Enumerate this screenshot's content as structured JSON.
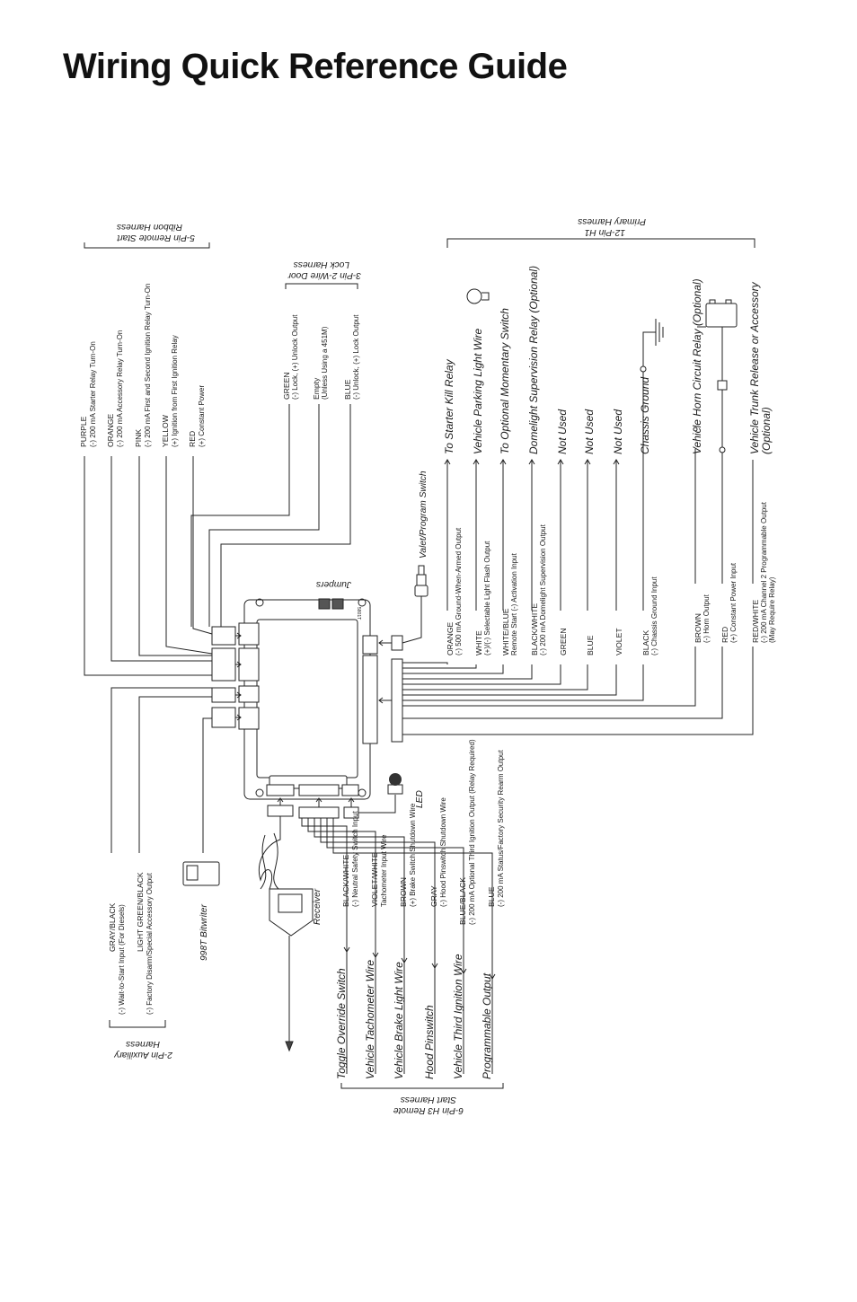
{
  "title": "Wiring Quick Reference Guide",
  "harnesses": {
    "ribbon": {
      "label1": "5-Pin Remote Start",
      "label2": "Ribbon Harness",
      "wires": [
        {
          "name": "PURPLE",
          "desc": "(-) 200 mA Starter Relay Turn-On"
        },
        {
          "name": "ORANGE",
          "desc": "(-) 200 mA Accessory Relay Turn-On"
        },
        {
          "name": "PINK",
          "desc": "(-) 200 mA First and Second Ignition Relay Turn-On"
        },
        {
          "name": "YELLOW",
          "desc": "(+) Ignition from First Ignition Relay"
        },
        {
          "name": "RED",
          "desc": "(+) Constant Power"
        }
      ]
    },
    "door": {
      "label1": "3-Pin 2-Wire Door",
      "label2": "Lock Harness",
      "wires": [
        {
          "name": "GREEN",
          "desc": "(-) Lock, (+) Unlock Output"
        },
        {
          "name": "Empty",
          "desc": "(Unless Using a 451M)"
        },
        {
          "name": "BLUE",
          "desc": "(-) Unlock, (+) Lock Output"
        }
      ]
    },
    "primary": {
      "label1": "12-Pin H1",
      "label2": "Primary Harness",
      "wires": [
        {
          "name": "ORANGE",
          "desc": "(-) 500 mA Ground-When-Armed Output",
          "dest": "To Starter Kill Relay"
        },
        {
          "name": "WHITE",
          "desc": "(+)/(-) Selectable Light Flash Output",
          "dest": "Vehicle Parking Light Wire"
        },
        {
          "name": "WHITE/BLUE",
          "desc": "Remote Start (-) Activation Input",
          "dest": "To Optional Momentary Switch"
        },
        {
          "name": "BLACK/WHITE",
          "desc": "(-) 200 mA Domelight Supervision Output",
          "dest": "Domelight Supervision Relay (Optional)"
        },
        {
          "name": "GREEN",
          "desc": "",
          "dest": "Not Used"
        },
        {
          "name": "BLUE",
          "desc": "",
          "dest": "Not Used"
        },
        {
          "name": "VIOLET",
          "desc": "",
          "dest": "Not Used"
        },
        {
          "name": "BLACK",
          "desc": "(-) Chassis Ground Input",
          "dest": "Chassis Ground"
        },
        {
          "name": "BROWN",
          "desc": "(-) Horn Output",
          "dest": "Vehicle Horn Circuit Relay (Optional)"
        },
        {
          "name": "RED",
          "desc": "(+) Constant Power Input",
          "dest": ""
        },
        {
          "name": "RED/WHITE",
          "desc": "(-) 200 mA Channel 2 Programmable Output",
          "desc2": "(May Require Relay)",
          "dest": "Vehicle Trunk Release or Accessory",
          "dest2": "(Optional)"
        }
      ]
    },
    "aux": {
      "label1": "2-Pin Auxiliary",
      "label2": "Harness",
      "wires": [
        {
          "name": "GRAY/BLACK",
          "desc": "(-) Wait-to-Start Input (For Diesels)"
        },
        {
          "name": "LIGHT GREEN/BLACK",
          "desc": "(-) Factory Disarm/Special Accessory Output"
        }
      ]
    },
    "h3": {
      "label1": "6-Pin H3 Remote",
      "label2": "Start Harness",
      "wires": [
        {
          "name": "BLACK/WHITE",
          "desc": "(-) Neutral Safety Switch Input",
          "dest": "Toggle Override Switch"
        },
        {
          "name": "VIOLET/WHITE",
          "desc": "Tachometer Input Wire",
          "dest": "Vehicle Tachometer Wire"
        },
        {
          "name": "BROWN",
          "desc": "(+) Brake Switch Shutdown Wire",
          "dest": "Vehicle Brake Light Wire"
        },
        {
          "name": "GRAY",
          "desc": "(-) Hood Pinswitch Shutdown Wire",
          "dest": "Hood Pinswitch"
        },
        {
          "name": "BLUE/BLACK",
          "desc": "(-) 200 mA Optional Third Ignition Output (Relay Required)",
          "dest": "Vehicle Third Ignition Wire"
        },
        {
          "name": "BLUE",
          "desc": "(-) 200 mA Status/Factory Security Rearm Output",
          "dest": "Programmable Output"
        }
      ]
    }
  },
  "components": {
    "valet": "Valet/Program Switch",
    "jumpers": "Jumpers",
    "led": "LED",
    "receiver": "Receiver",
    "bitwriter": "998T Bitwriter",
    "module_code": "5801T"
  }
}
